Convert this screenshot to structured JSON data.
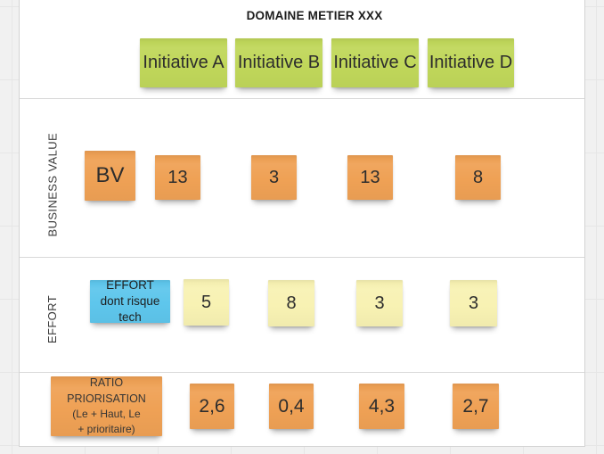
{
  "canvas": {
    "title": "DOMAINE METIER XXX"
  },
  "columns": [
    {
      "label": "Initiative A"
    },
    {
      "label": "Initiative B"
    },
    {
      "label": "Initiative C"
    },
    {
      "label": "Initiative D"
    }
  ],
  "rows": {
    "business_value": {
      "label": "BUSINESS VALUE",
      "tag": "BV",
      "values": [
        "13",
        "3",
        "13",
        "8"
      ]
    },
    "effort": {
      "label": "EFFORT",
      "tag": "EFFORT dont risque tech",
      "values": [
        "5",
        "8",
        "3",
        "3"
      ]
    },
    "ratio": {
      "label_lines": [
        "RATIO PRIORISATION",
        "(Le + Haut, Le",
        "+ prioritaire)"
      ],
      "values": [
        "2,6",
        "0,4",
        "4,3",
        "2,7"
      ]
    }
  },
  "colors": {
    "sticky_green": "#c0d75a",
    "sticky_orange": "#efa155",
    "sticky_yellow": "#f8f2b3",
    "sticky_blue": "#5ec6ec"
  }
}
